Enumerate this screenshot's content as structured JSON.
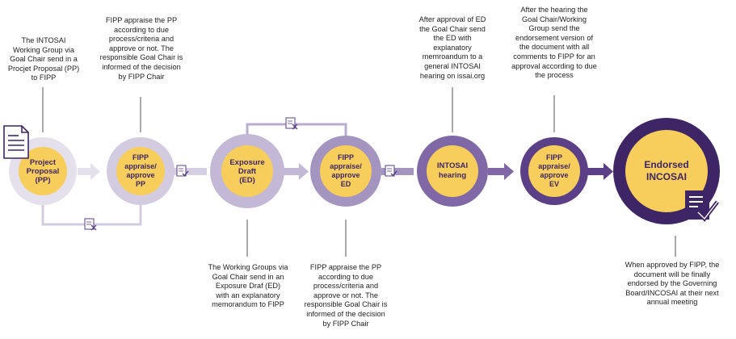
{
  "stages": [
    {
      "id": "pp",
      "label": "Project\nProposal\n(PP)"
    },
    {
      "id": "fipp1",
      "label": "FIPP\nappraise/\napprove\nPP"
    },
    {
      "id": "ed",
      "label": "Exposure\nDraft\n(ED)"
    },
    {
      "id": "fipp2",
      "label": "FIPP\nappraise/\napprove\nED"
    },
    {
      "id": "hearing",
      "label": "INTOSAI\nhearing"
    },
    {
      "id": "fipp3",
      "label": "FIPP\nappraise/\napprove\nEV"
    },
    {
      "id": "endorsed",
      "label": "Endorsed\nINCOSAI"
    }
  ],
  "descriptions": {
    "pp": "The INTOSAI\nWorking Group via\nGoal Chair send in a\nProcjet Proposal (PP)\nto  FIPP",
    "fipp1": "FIPP appraise the PP\naccording to due\nprocess/criteria and\napprove or not. The\nresponsible Goal Chair is\ninformed of the decision\nby FIPP Chair",
    "ed": "The Working Groups via\nGoal Chair send in an\nExposure Draf (ED)\nwith an explanatory\nmemorandum to FIPP",
    "fipp2": "FIPP appraise the PP\naccording to due\nprocess/criteria and\napprove or not. The\nresponsible Goal Chair is\ninformed of the decision\nby FIPP Chair",
    "hearing": "After approval of ED\nthe Goal Chair send\nthe ED with\nexplanatory\nmemroandum to a\ngeneral INTOSAI\nhearing on issai.org",
    "fipp3": "After the hearing the\nGoal Chair/Working\nGroup send the\nendorsement version of\nthe document with all\ncomments to FIPP for an\napproval according to due\nthe process",
    "endorsed": "When approved by FIPP, the\ndocument will be finally\nendorsed by the Governing\nBoard/INCOSAI at their next\nannual meeting"
  },
  "icons": {
    "document": "document-icon",
    "approved_doc": "approved-document-icon",
    "rejected_doc": "rejected-document-icon",
    "endorsed_doc": "endorsed-document-icon"
  },
  "colors": {
    "yellow": "#F7CE5B",
    "ring1": "#E4E1EC",
    "ring2": "#D3CCE0",
    "ring3": "#C3B8D5",
    "ring4": "#A494C0",
    "ring5": "#7F68A5",
    "ring6": "#5B3F87",
    "ring7": "#3E2566",
    "connector": "#C5BDD6",
    "line": "#555555"
  }
}
